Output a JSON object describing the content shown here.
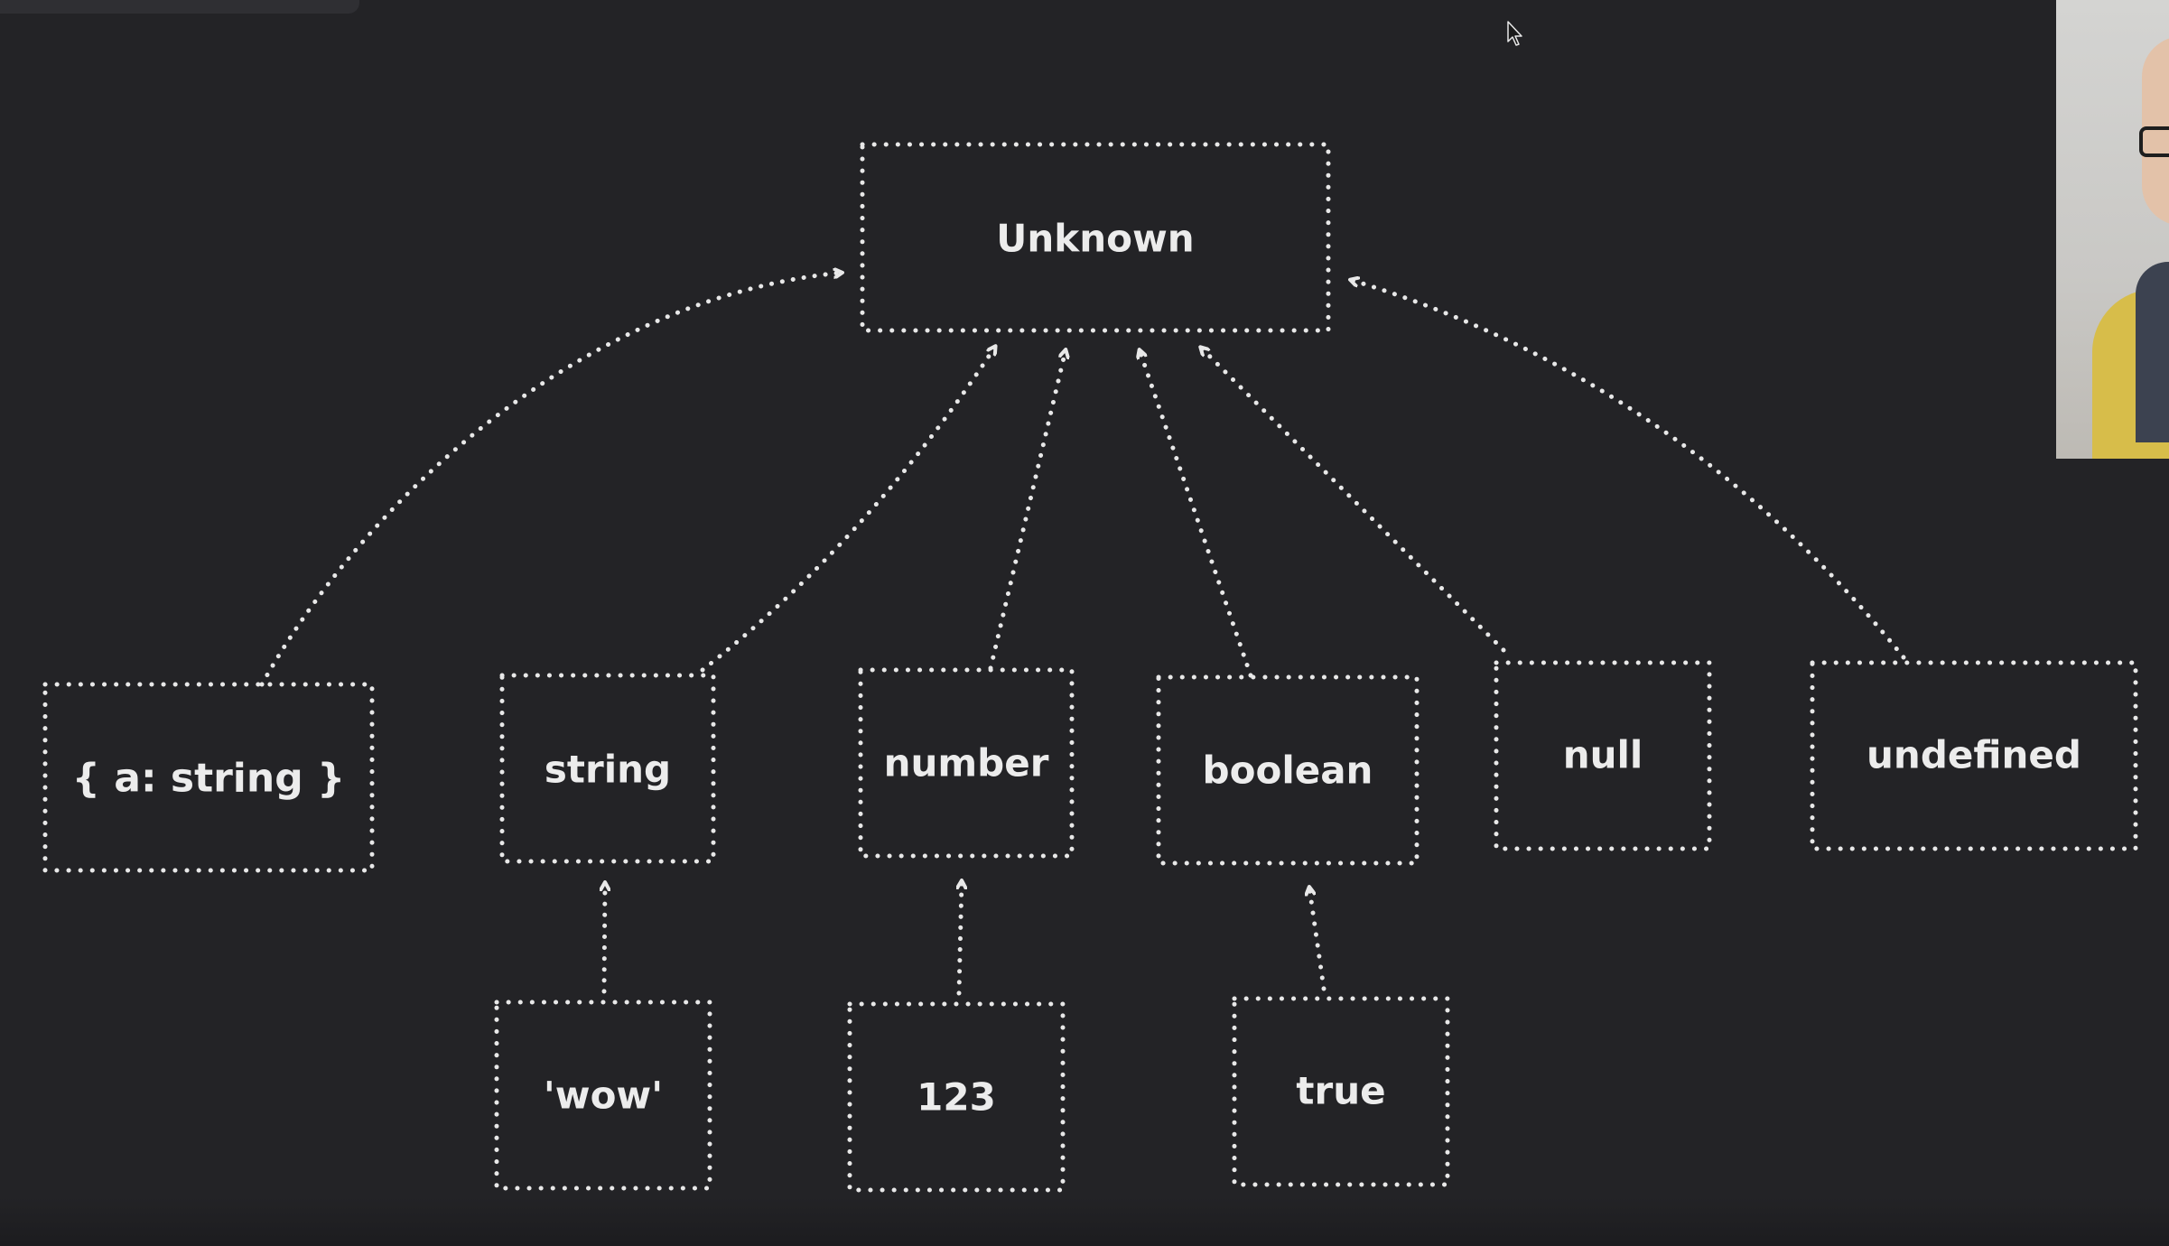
{
  "colors": {
    "background": "#232326",
    "stroke": "#e8e8e8",
    "text": "#ececec"
  },
  "nodes": {
    "unknown": "Unknown",
    "object": "{ a: string }",
    "string": "string",
    "number": "number",
    "boolean": "boolean",
    "null": "null",
    "undefined": "undefined",
    "wow": "'wow'",
    "n123": "123",
    "true": "true"
  },
  "edges": [
    {
      "from": "object",
      "to": "unknown"
    },
    {
      "from": "string",
      "to": "unknown"
    },
    {
      "from": "number",
      "to": "unknown"
    },
    {
      "from": "boolean",
      "to": "unknown"
    },
    {
      "from": "null",
      "to": "unknown"
    },
    {
      "from": "undefined",
      "to": "unknown"
    },
    {
      "from": "wow",
      "to": "string"
    },
    {
      "from": "n123",
      "to": "number"
    },
    {
      "from": "true",
      "to": "boolean"
    }
  ],
  "icons": {
    "cursor": "mouse-pointer-icon",
    "webcam": "presenter-webcam"
  }
}
